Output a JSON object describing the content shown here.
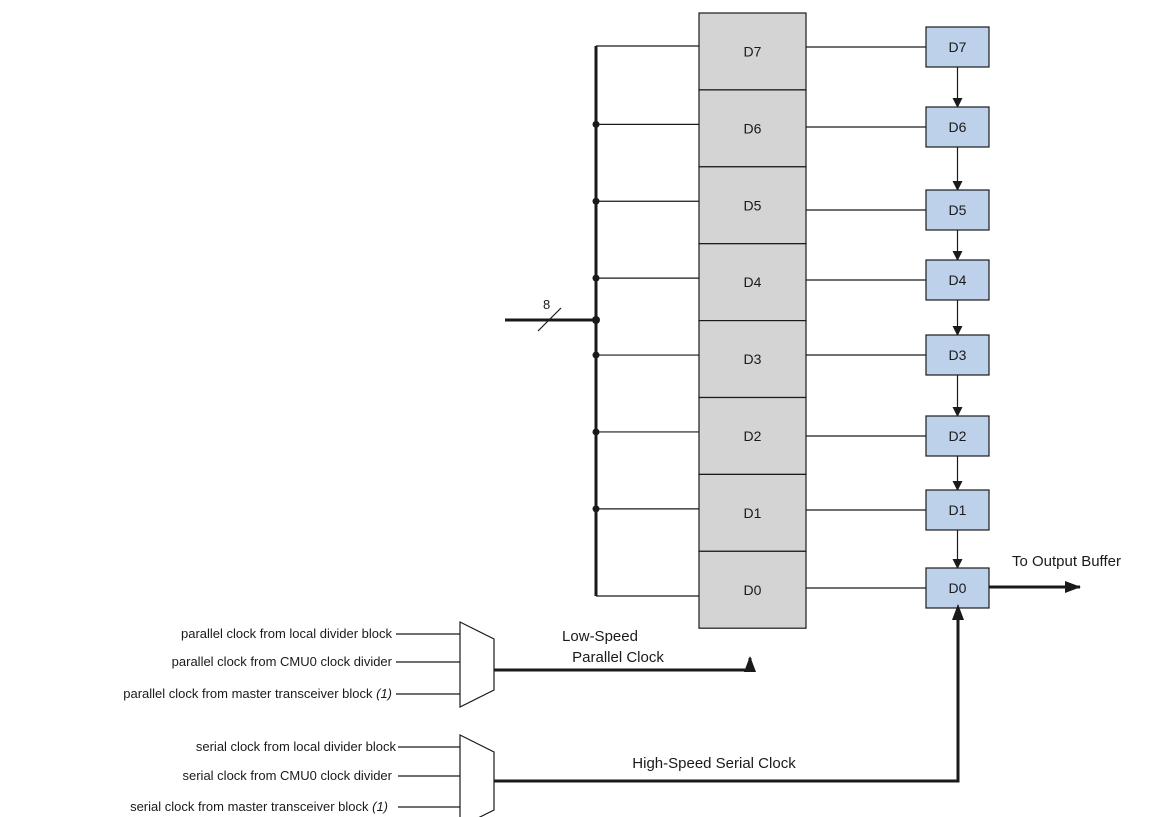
{
  "parallel_register": {
    "bits": [
      "D7",
      "D6",
      "D5",
      "D4",
      "D3",
      "D2",
      "D1",
      "D0"
    ],
    "fill": "#d4d4d4"
  },
  "serial_register": {
    "bits": [
      "D7",
      "D6",
      "D5",
      "D4",
      "D3",
      "D2",
      "D1",
      "D0"
    ],
    "fill": "#bdd1ea"
  },
  "bus_width_label": "8",
  "output_label": "To Output Buffer",
  "parallel_clock_label_line1": "Low-Speed",
  "parallel_clock_label_line2": "Parallel Clock",
  "serial_clock_label": "High-Speed Serial Clock",
  "parallel_mux_inputs": {
    "in0": "parallel clock from local divider block",
    "in1": "parallel clock from CMU0 clock divider",
    "in2": "parallel clock from master transceiver block",
    "in2_note": "(1)"
  },
  "serial_mux_inputs": {
    "in0": "serial clock from local divider block",
    "in1": "serial clock from CMU0 clock divider",
    "in2": "serial clock from master transceiver block",
    "in2_note": "(1)"
  }
}
